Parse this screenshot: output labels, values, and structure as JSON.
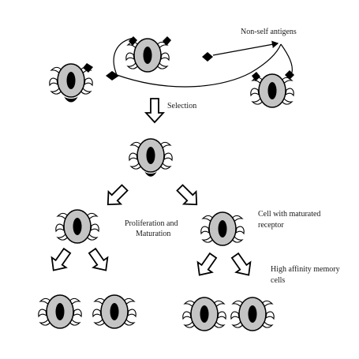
{
  "labels": {
    "non_self_antigens": "Non-self antigens",
    "selection": "Selection",
    "proliferation_line1": "Proliferation and",
    "proliferation_line2": "Maturation",
    "matured_receptor_line1": "Cell with maturated",
    "matured_receptor_line2": "receptor",
    "memory_line1": "High affinity memory",
    "memory_line2": "cells"
  },
  "colors": {
    "cell_fill": "#c4c4c4",
    "nucleus_fill": "#000000",
    "stroke": "#000000",
    "arrow_fill": "#ffffff"
  }
}
